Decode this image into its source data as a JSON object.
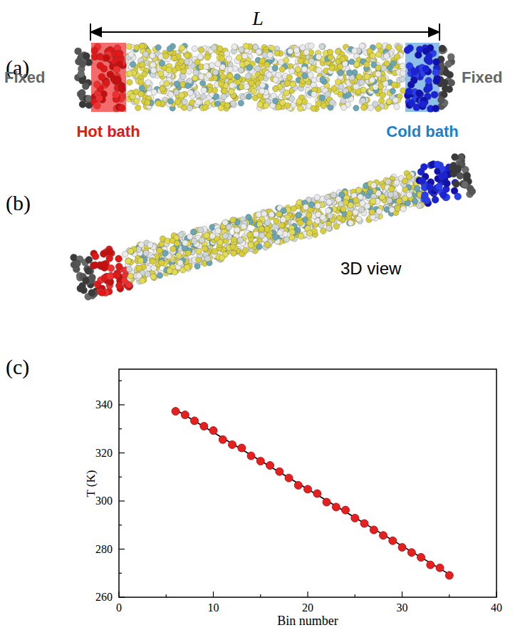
{
  "diagram": {
    "labels": [
      "(a)",
      "L",
      "Fixed",
      "Hot bath",
      "Cold bath",
      "Fixed",
      "(b)",
      "3D view",
      "(c)",
      "T (K)",
      "Bin number",
      "340",
      "320",
      "300",
      "280",
      "260",
      "0",
      "10",
      "20",
      "30",
      "40"
    ]
  }
}
